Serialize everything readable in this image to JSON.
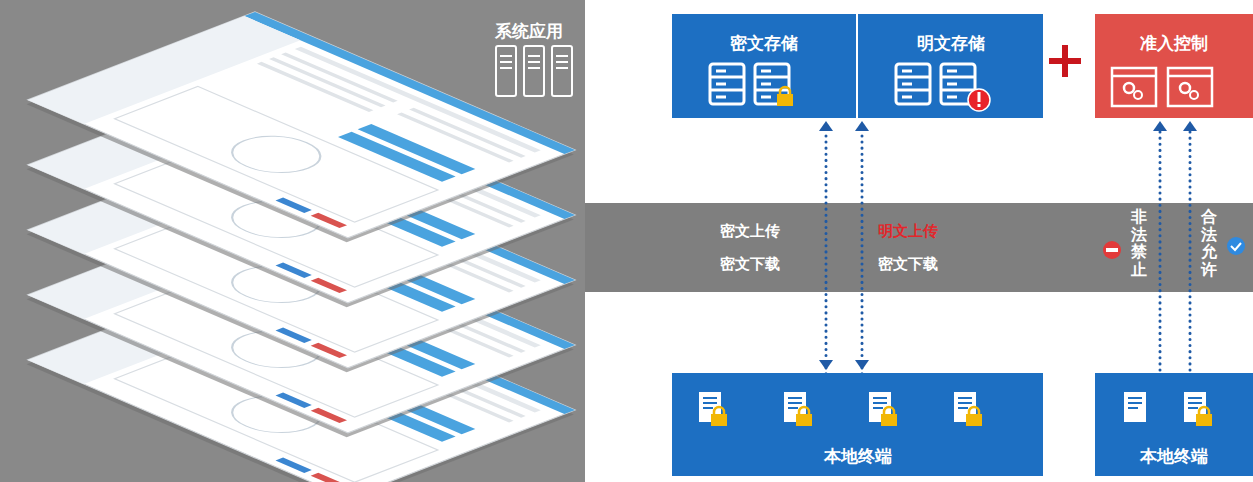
{
  "diagram": {
    "nodes": [
      {
        "text": [
          "密文存储"
        ]
      },
      {
        "text": [
          "明文存储"
        ]
      },
      {
        "text": [
          "准入控制"
        ]
      },
      {
        "text": [
          "本地终端"
        ]
      },
      {
        "text": [
          "本地终端"
        ]
      }
    ],
    "edges": [
      {
        "from": 3,
        "to": 0,
        "arrow": "both"
      },
      {
        "from": 3,
        "to": 1,
        "arrow": "both"
      },
      {
        "from": 4,
        "to": 2,
        "arrow": "to"
      },
      {
        "from": 4,
        "to": 2,
        "arrow": "to"
      }
    ],
    "labels": [
      "系统应用",
      "密文上传",
      "密文下载",
      "明文上传",
      "密文下载",
      "非法禁止",
      "合法允许"
    ]
  }
}
